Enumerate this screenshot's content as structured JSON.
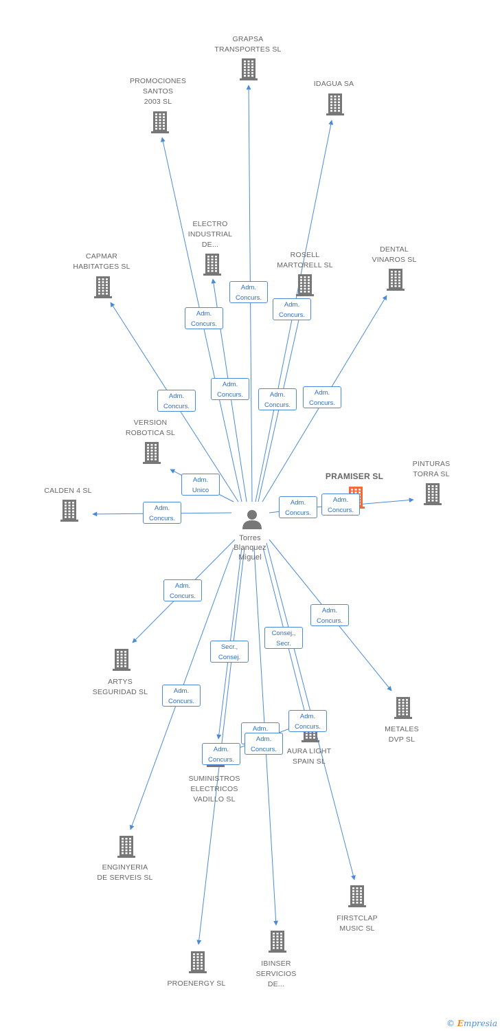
{
  "colors": {
    "edge": "#4a8ad8",
    "node": "#777777",
    "highlight": "#f26b3a"
  },
  "center": {
    "name": "Torres\nBlanquez\nMiguel",
    "icon": "person-icon"
  },
  "nodes": [
    {
      "id": "grapsa",
      "label": "GRAPSA\nTRANSPORTES SL",
      "icon": "building-icon"
    },
    {
      "id": "promociones",
      "label": "PROMOCIONES\nSANTOS\n2003 SL",
      "icon": "building-icon"
    },
    {
      "id": "idagua",
      "label": "IDAGUA SA",
      "icon": "building-icon"
    },
    {
      "id": "electro",
      "label": "ELECTRO\nINDUSTRIAL\nDE...",
      "icon": "building-icon"
    },
    {
      "id": "rosell",
      "label": "ROSELL\nMARTORELL SL",
      "icon": "building-icon"
    },
    {
      "id": "dental",
      "label": "DENTAL\nVINAROS SL",
      "icon": "building-icon"
    },
    {
      "id": "capmar",
      "label": "CAPMAR\nHABITATGES SL",
      "icon": "building-icon"
    },
    {
      "id": "version",
      "label": "VERSION\nROBOTICA SL",
      "icon": "building-icon"
    },
    {
      "id": "pramiser",
      "label": "PRAMISER SL",
      "icon": "building-icon",
      "highlight": true
    },
    {
      "id": "pinturas",
      "label": "PINTURAS\nTORRA SL",
      "icon": "building-icon"
    },
    {
      "id": "calden",
      "label": "CALDEN 4 SL",
      "icon": "building-icon"
    },
    {
      "id": "artys",
      "label": "ARTYS\nSEGURIDAD SL",
      "icon": "building-icon"
    },
    {
      "id": "metales",
      "label": "METALES\nDVP SL",
      "icon": "building-icon"
    },
    {
      "id": "aura",
      "label": "AURA LIGHT\nSPAIN SL",
      "icon": "building-icon"
    },
    {
      "id": "suministros",
      "label": "SUMINISTROS\nELECTRICOS\nVADILLO SL",
      "icon": "building-icon"
    },
    {
      "id": "enginyeria",
      "label": "ENGINYERIA\nDE SERVEIS SL",
      "icon": "building-icon"
    },
    {
      "id": "firstclap",
      "label": "FIRSTCLAP\nMUSIC SL",
      "icon": "building-icon"
    },
    {
      "id": "ibinser",
      "label": "IBINSER\nSERVICIOS\nDE...",
      "icon": "building-icon"
    },
    {
      "id": "proenergy",
      "label": "PROENERGY SL",
      "icon": "building-icon"
    }
  ],
  "edges": [
    {
      "id": "e-grapsa",
      "label": "Adm.\nConcurs."
    },
    {
      "id": "e-promociones",
      "label": "Adm.\nConcurs."
    },
    {
      "id": "e-idagua",
      "label": "Adm.\nConcurs."
    },
    {
      "id": "e-electro",
      "label": "Adm.\nConcurs."
    },
    {
      "id": "e-rosell",
      "label": "Adm.\nConcurs."
    },
    {
      "id": "e-dental",
      "label": "Adm.\nConcurs."
    },
    {
      "id": "e-capmar",
      "label": "Adm.\nConcurs."
    },
    {
      "id": "e-version",
      "label": "Adm.\nUnico"
    },
    {
      "id": "e-pramiser",
      "label": "Adm.\nConcurs."
    },
    {
      "id": "e-pinturas",
      "label": "Adm.\nConcurs."
    },
    {
      "id": "e-calden",
      "label": "Adm.\nConcurs."
    },
    {
      "id": "e-artys",
      "label": "Adm.\nConcurs."
    },
    {
      "id": "e-metales",
      "label": "Adm.\nConcurs."
    },
    {
      "id": "e-suministros1",
      "label": "Secr.,\nConsej."
    },
    {
      "id": "e-aura1",
      "label": "Consej.,\nSecr."
    },
    {
      "id": "e-enginyeria",
      "label": "Adm.\nConcurs."
    },
    {
      "id": "e-aura2",
      "label": "Adm.\nConcurs."
    },
    {
      "id": "e-suministros2",
      "label": "Adm.\nConcurs."
    },
    {
      "id": "e-proenergy",
      "label": "Adm.\nConcurs."
    },
    {
      "id": "e-hidden",
      "label": "Secr.,\nConsej."
    },
    {
      "id": "e-aura3",
      "label": "Adm.\nConcurs."
    }
  ],
  "footer": {
    "copyright": "©",
    "brand_first": "E",
    "brand_rest": "mpresia"
  }
}
